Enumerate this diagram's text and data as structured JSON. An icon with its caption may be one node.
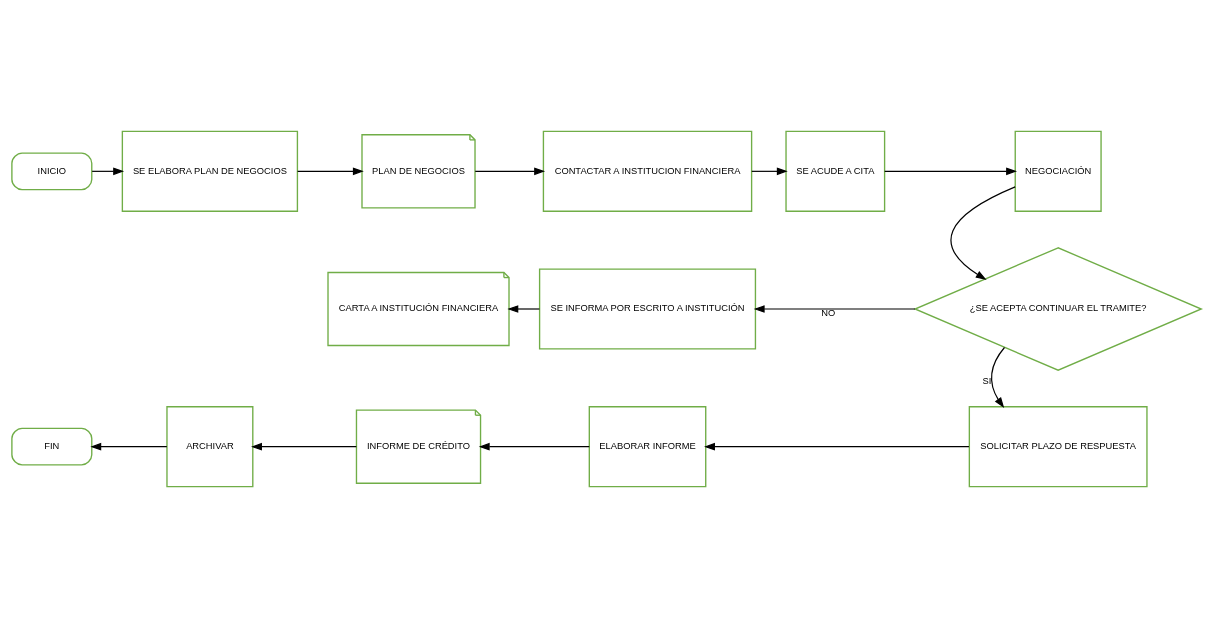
{
  "diagram": {
    "nodes": [
      {
        "text": [
          "INICIO"
        ]
      },
      {
        "text": [
          "SE ELABORA PLAN DE NEGOCIOS"
        ]
      },
      {
        "text": [
          "PLAN DE NEGOCIOS"
        ]
      },
      {
        "text": [
          "CONTACTAR A INSTITUCION FINANCIERA"
        ]
      },
      {
        "text": [
          "SE ACUDE A CITA"
        ]
      },
      {
        "text": [
          "NEGOCIACIÓN"
        ]
      },
      {
        "text": [
          "¿SE ACEPTA CONTINUAR EL TRAMITE?"
        ]
      },
      {
        "text": [
          "SE INFORMA POR ESCRITO A INSTITUCIÓN"
        ]
      },
      {
        "text": [
          "CARTA A INSTITUCIÓN FINANCIERA"
        ]
      },
      {
        "text": [
          "SOLICITAR PLAZO DE RESPUESTA"
        ]
      },
      {
        "text": [
          "ELABORAR INFORME"
        ]
      },
      {
        "text": [
          "INFORME DE CRÉDITO"
        ]
      },
      {
        "text": [
          "ARCHIVAR"
        ]
      },
      {
        "text": [
          "FIN"
        ]
      }
    ],
    "edges": [
      {
        "from": 0,
        "to": 1,
        "arrow": "to"
      },
      {
        "from": 1,
        "to": 2,
        "arrow": "to"
      },
      {
        "from": 2,
        "to": 3,
        "arrow": "to"
      },
      {
        "from": 3,
        "to": 4,
        "arrow": "to"
      },
      {
        "from": 4,
        "to": 5,
        "arrow": "to"
      },
      {
        "from": 5,
        "to": 6,
        "arrow": "to"
      },
      {
        "from": 6,
        "to": 7,
        "arrow": "to",
        "label": "NO"
      },
      {
        "from": 7,
        "to": 8,
        "arrow": "to"
      },
      {
        "from": 6,
        "to": 9,
        "arrow": "to",
        "label": "SI"
      },
      {
        "from": 9,
        "to": 10,
        "arrow": "to"
      },
      {
        "from": 10,
        "to": 11,
        "arrow": "to"
      },
      {
        "from": 11,
        "to": 12,
        "arrow": "to"
      },
      {
        "from": 12,
        "to": 13,
        "arrow": "to"
      }
    ]
  }
}
